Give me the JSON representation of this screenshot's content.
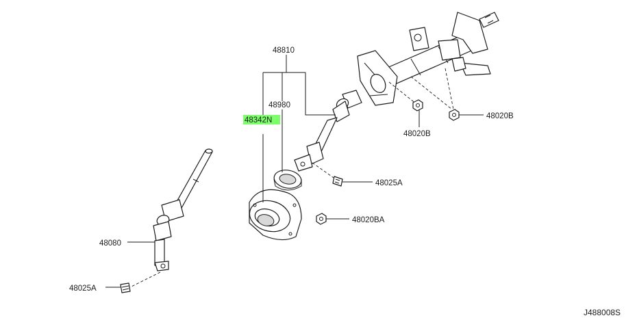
{
  "diagram": {
    "highlight_color": "#7dff6b",
    "labels": {
      "p48810": "48810",
      "p48980": "48980",
      "p48342N": "48342N",
      "p48020B_a": "48020B",
      "p48020B_b": "48020B",
      "p48025A_a": "48025A",
      "p48020BA": "48020BA",
      "p48080": "48080",
      "p48025A_b": "48025A"
    },
    "highlighted_part": "48342N",
    "drawing_code": "J488008S"
  }
}
